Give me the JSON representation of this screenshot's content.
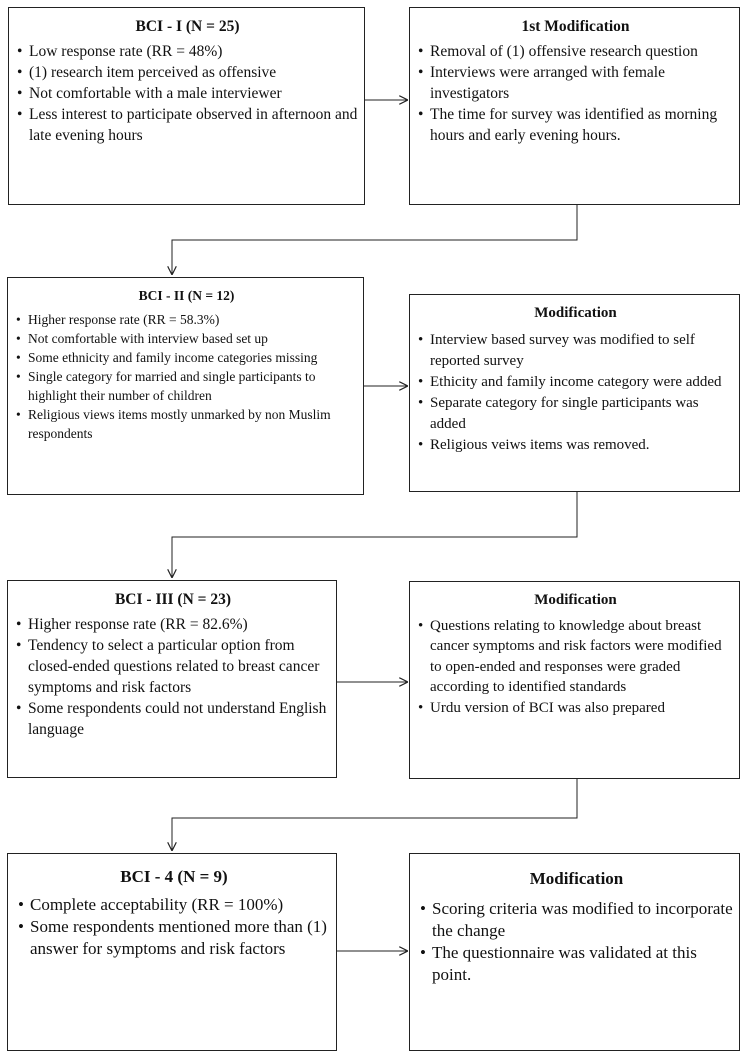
{
  "boxes": {
    "bci1": {
      "title": "BCI - I (N = 25)",
      "items": [
        "Low response rate (RR = 48%)",
        "(1) research item perceived as offensive",
        " Not comfortable with a male interviewer",
        "Less interest to participate observed in afternoon and late evening hours"
      ]
    },
    "mod1": {
      "title": "1st Modification",
      "items": [
        "Removal of (1) offensive research question",
        "Interviews were arranged with female investigators",
        "The time for survey was identified as morning hours and early evening hours."
      ]
    },
    "bci2": {
      "title": "BCI - II (N = 12)",
      "items": [
        "Higher response rate (RR = 58.3%)",
        "Not comfortable with interview based set up",
        "Some ethnicity and family income categories missing",
        "Single category for married and single participants to highlight their number of children",
        "Religious views items mostly unmarked by non Muslim respondents"
      ]
    },
    "mod2": {
      "title": "Modification",
      "items": [
        "Interview based survey was modified to self reported survey",
        "Ethicity and family income category were added",
        "Separate category for single participants was added",
        "Religious veiws items was removed."
      ]
    },
    "bci3": {
      "title": "BCI - III (N = 23)",
      "items": [
        "Higher response rate (RR = 82.6%)",
        "Tendency to select a particular option from closed-ended questions related to breast cancer symptoms and risk factors",
        "Some respondents could not understand English language"
      ]
    },
    "mod3": {
      "title": "Modification",
      "items": [
        "Questions relating to knowledge about breast cancer symptoms and risk factors were modified to open-ended and responses were graded according to identified standards",
        "Urdu version of BCI was also prepared"
      ]
    },
    "bci4": {
      "title": "BCI - 4 (N = 9)",
      "items": [
        "Complete acceptability (RR = 100%)",
        "Some respondents mentioned more than (1) answer for symptoms and risk factors"
      ]
    },
    "mod4": {
      "title": "Modification",
      "items": [
        "Scoring criteria was modified to incorporate the change",
        "The questionnaire was validated at this point."
      ]
    }
  }
}
